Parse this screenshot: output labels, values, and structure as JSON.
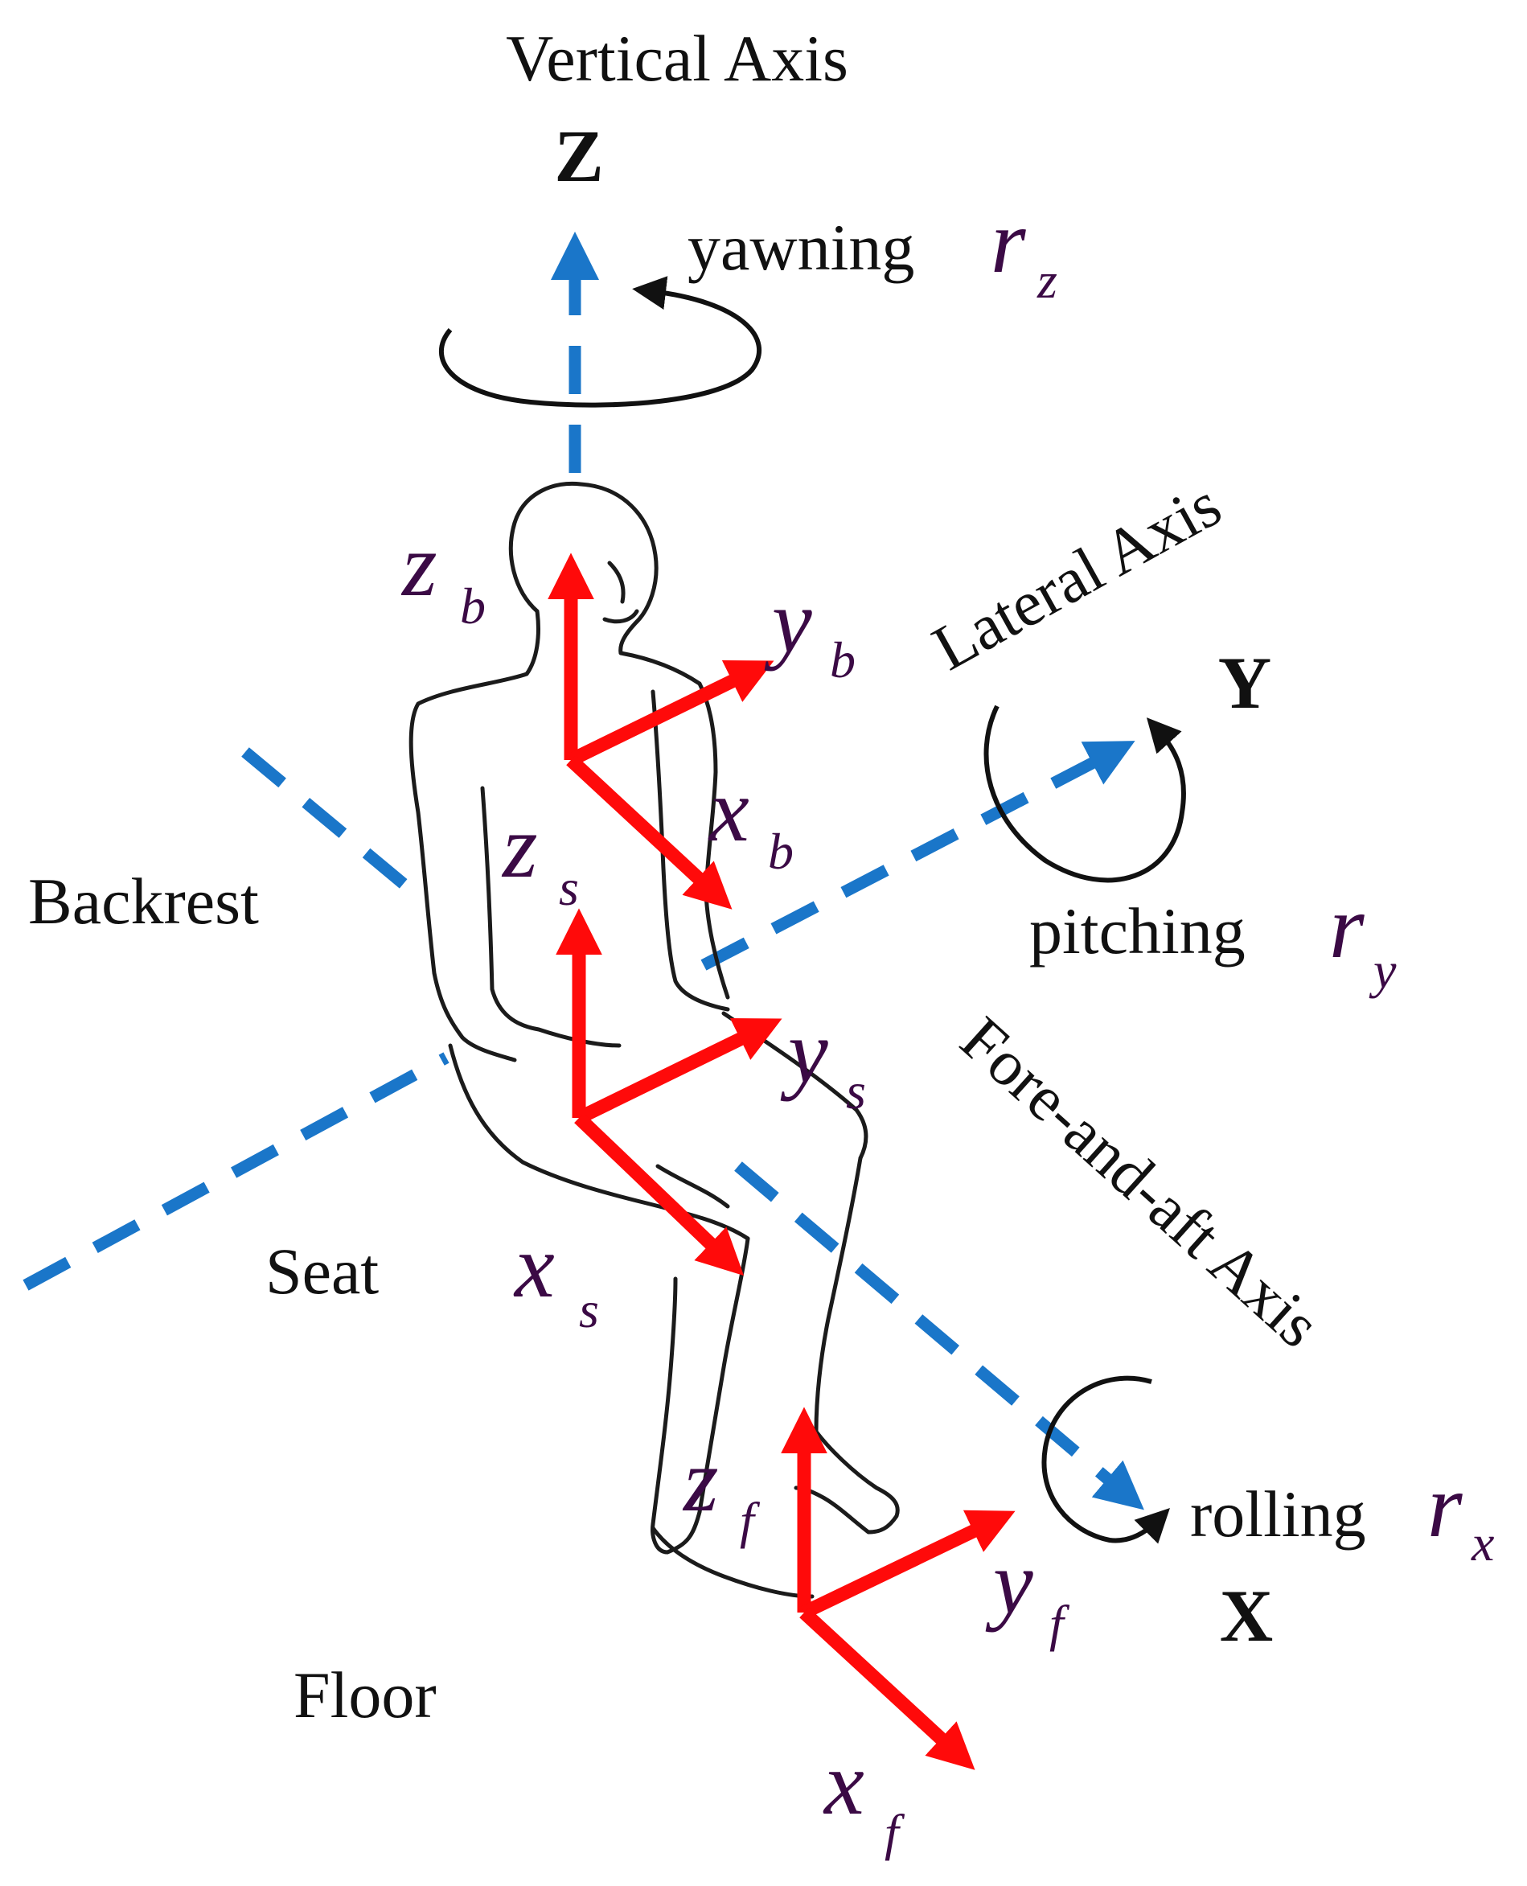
{
  "axes": {
    "vertical": {
      "name": "Vertical Axis",
      "letter": "Z",
      "rotation_word": "yawning",
      "rotation_symbol": "r",
      "rotation_sub": "z"
    },
    "lateral": {
      "name": "Lateral Axis",
      "letter": "Y",
      "rotation_word": "pitching",
      "rotation_symbol": "r",
      "rotation_sub": "y"
    },
    "fore_aft": {
      "name": "Fore-and-aft Axis",
      "letter": "X",
      "rotation_word": "rolling",
      "rotation_symbol": "r",
      "rotation_sub": "x"
    }
  },
  "regions": {
    "backrest": "Backrest",
    "seat": "Seat",
    "floor": "Floor"
  },
  "frames": {
    "backrest": {
      "x": "x",
      "x_sub": "b",
      "y": "y",
      "y_sub": "b",
      "z": "z",
      "z_sub": "b"
    },
    "seat": {
      "x": "x",
      "x_sub": "s",
      "y": "y",
      "y_sub": "s",
      "z": "z",
      "z_sub": "s"
    },
    "floor": {
      "x": "x",
      "x_sub": "f",
      "y": "y",
      "y_sub": "f",
      "z": "z",
      "z_sub": "f"
    }
  },
  "colors": {
    "global_axis": "#1a76c9",
    "local_axis": "#ff0a0a",
    "rotation": "#111111",
    "variable_text": "#3b0a45"
  }
}
